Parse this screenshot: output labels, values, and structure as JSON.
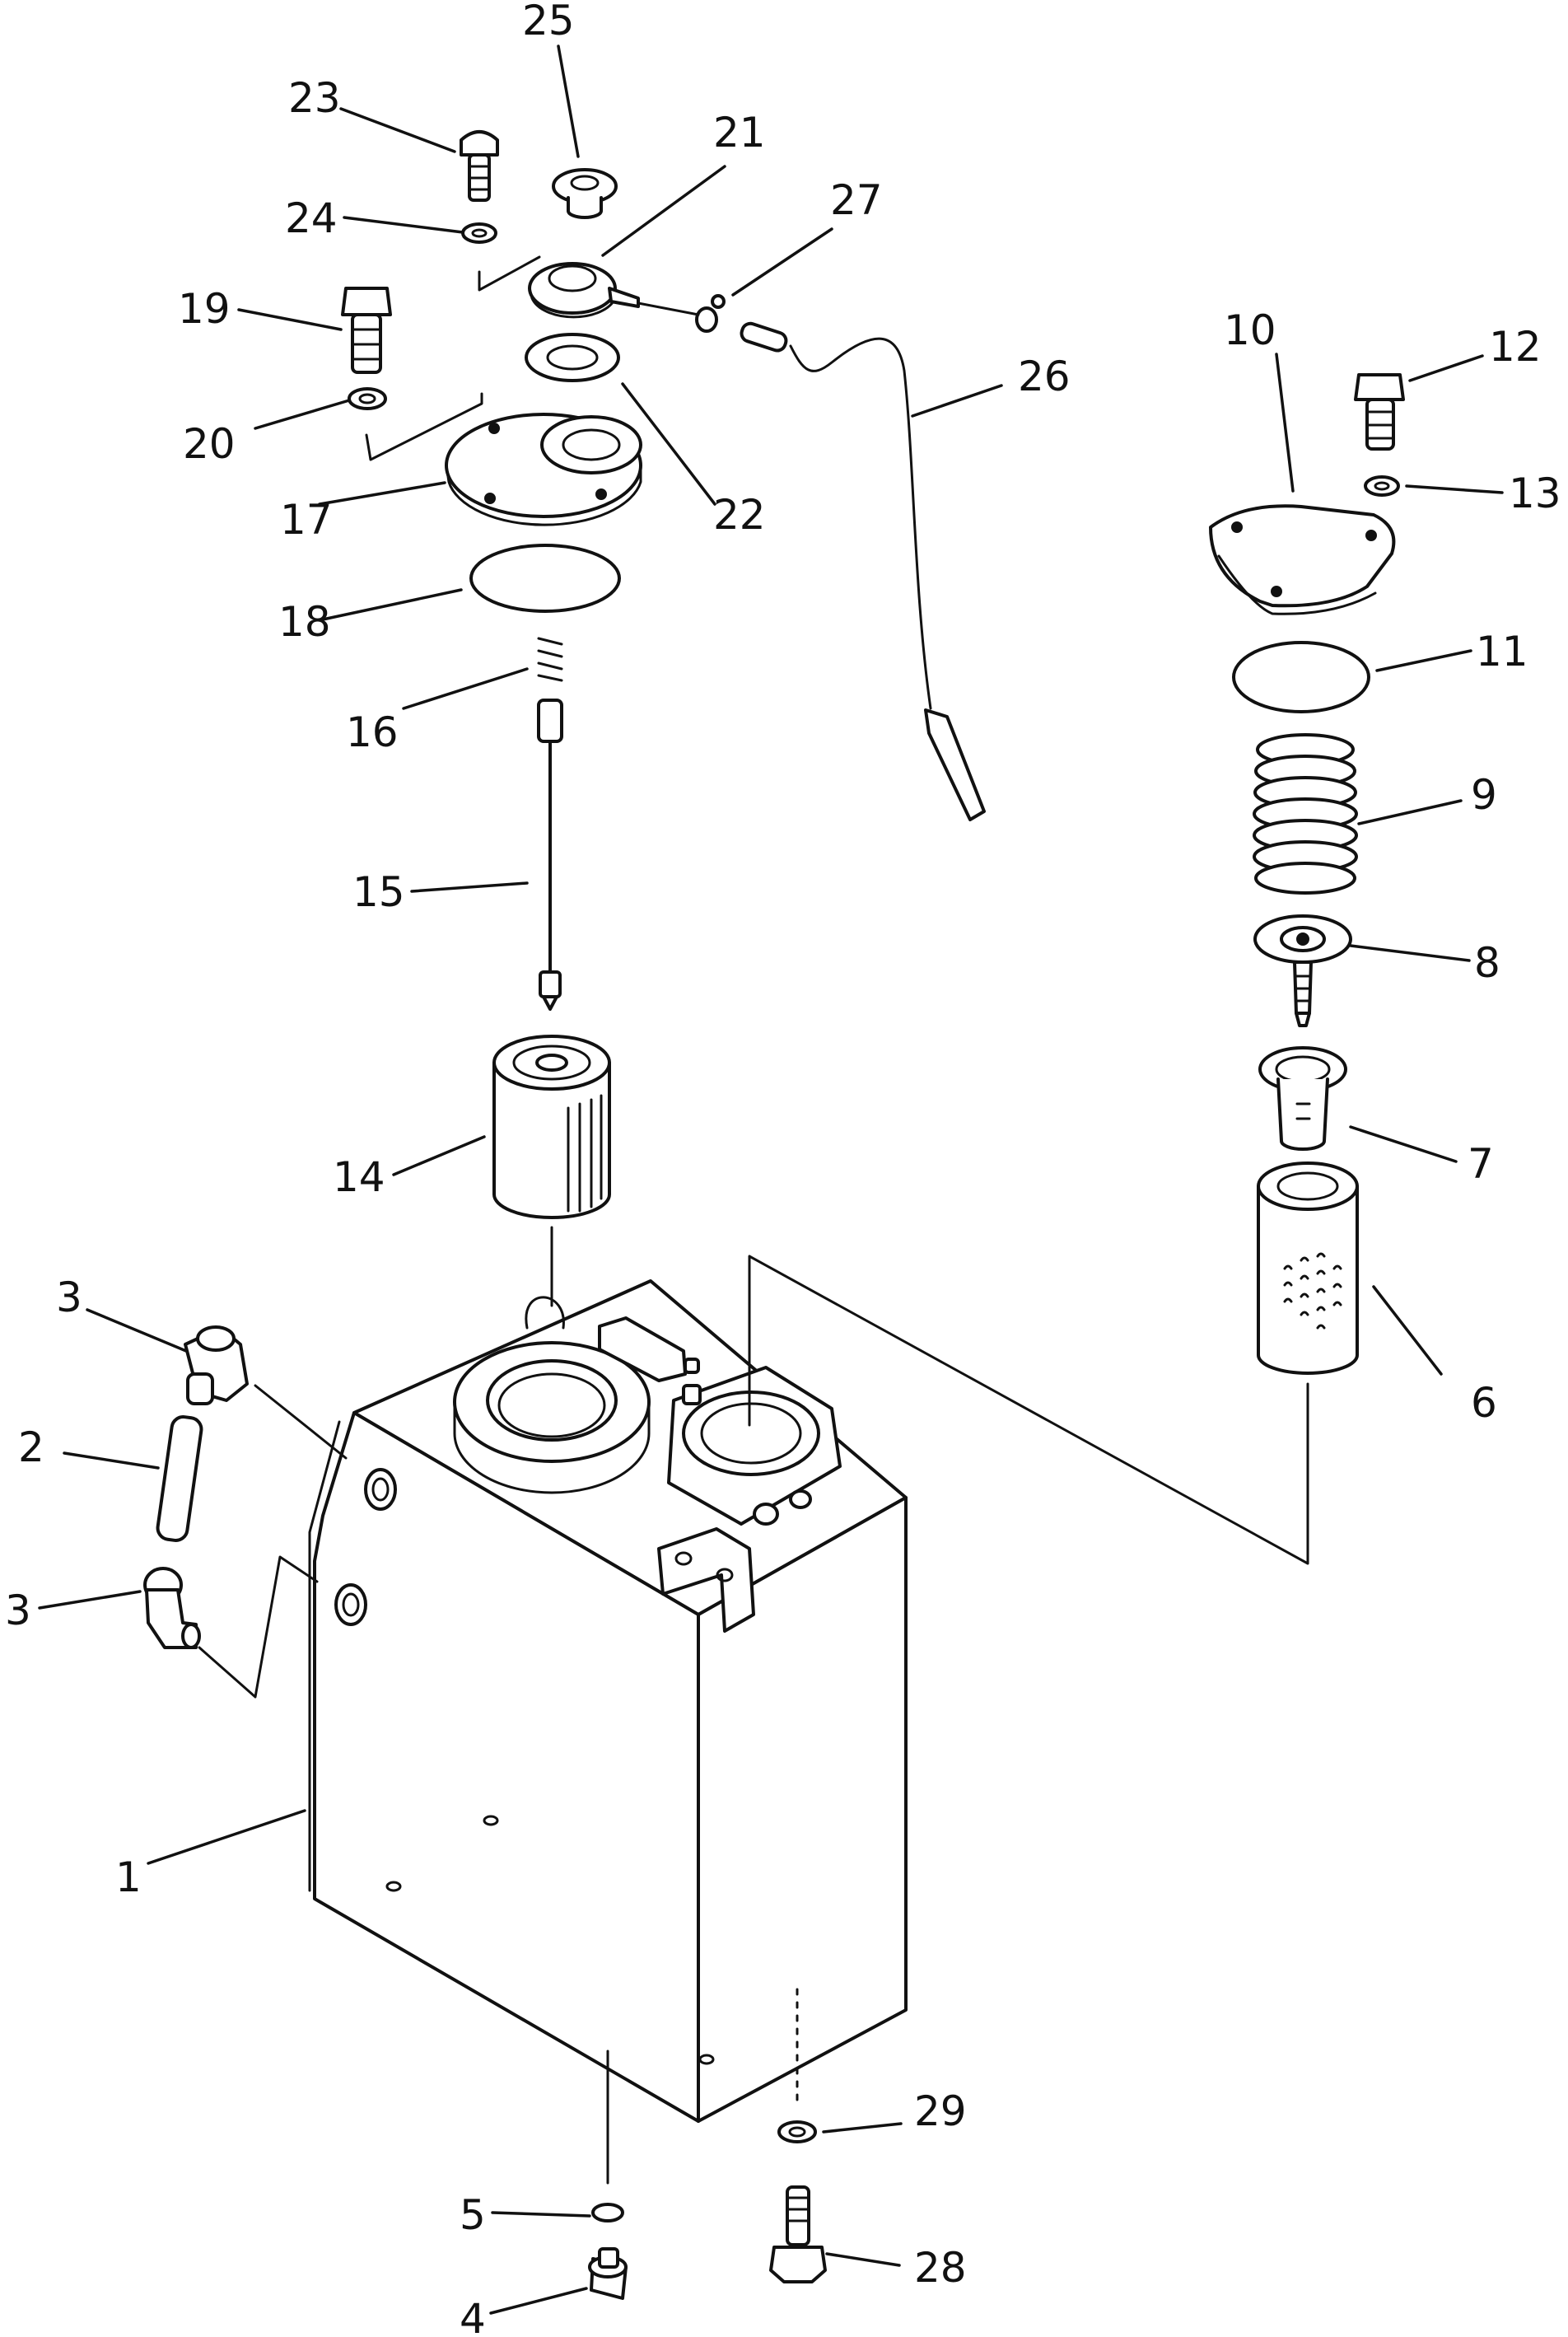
{
  "diagram": {
    "callouts": [
      {
        "id": "c1",
        "text": "1"
      },
      {
        "id": "c2",
        "text": "2"
      },
      {
        "id": "c3a",
        "text": "3"
      },
      {
        "id": "c3b",
        "text": "3"
      },
      {
        "id": "c4",
        "text": "4"
      },
      {
        "id": "c5",
        "text": "5"
      },
      {
        "id": "c6",
        "text": "6"
      },
      {
        "id": "c7",
        "text": "7"
      },
      {
        "id": "c8",
        "text": "8"
      },
      {
        "id": "c9",
        "text": "9"
      },
      {
        "id": "c10",
        "text": "10"
      },
      {
        "id": "c11",
        "text": "11"
      },
      {
        "id": "c12",
        "text": "12"
      },
      {
        "id": "c13",
        "text": "13"
      },
      {
        "id": "c14",
        "text": "14"
      },
      {
        "id": "c15",
        "text": "15"
      },
      {
        "id": "c16",
        "text": "16"
      },
      {
        "id": "c17",
        "text": "17"
      },
      {
        "id": "c18",
        "text": "18"
      },
      {
        "id": "c19",
        "text": "19"
      },
      {
        "id": "c20",
        "text": "20"
      },
      {
        "id": "c21",
        "text": "21"
      },
      {
        "id": "c22",
        "text": "22"
      },
      {
        "id": "c23",
        "text": "23"
      },
      {
        "id": "c24",
        "text": "24"
      },
      {
        "id": "c25",
        "text": "25"
      },
      {
        "id": "c26",
        "text": "26"
      },
      {
        "id": "c27",
        "text": "27"
      },
      {
        "id": "c28",
        "text": "28"
      },
      {
        "id": "c29",
        "text": "29"
      }
    ]
  }
}
